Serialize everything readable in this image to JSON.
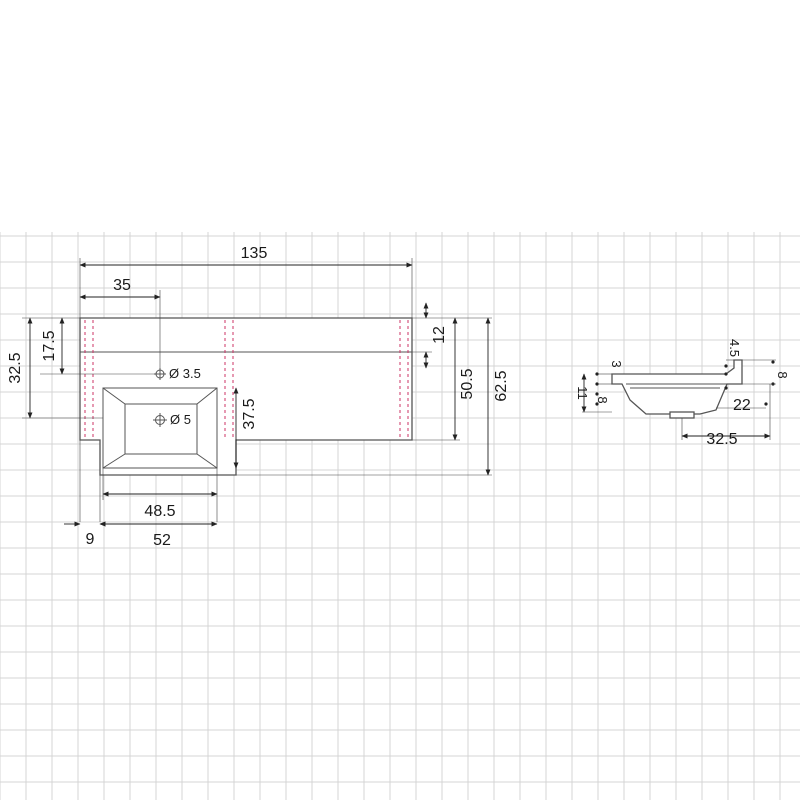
{
  "colors": {
    "grid": "#d4d4d4",
    "outline": "#555555",
    "dimension": "#222222",
    "hidden_line": "#cc3366",
    "background": "#ffffff"
  },
  "plan_view": {
    "overall_width": "135",
    "basin_center_offset": "35",
    "depth_left": "32.5",
    "depth_to_tap": "17.5",
    "top_rim": "12",
    "depth_right": "50.5",
    "overall_depth": "62.5",
    "basin_height": "37.5",
    "basin_inner_width": "48.5",
    "left_margin": "9",
    "basin_outer_width": "52",
    "tap_hole": "Ø 3.5",
    "drain_hole": "Ø 5"
  },
  "side_view": {
    "rim_thickness": "3",
    "left_total": "11",
    "left_lower": "8",
    "top_step": "4.5",
    "right_edge": "8",
    "bowl_depth": "22",
    "drain_offset": "32.5"
  }
}
